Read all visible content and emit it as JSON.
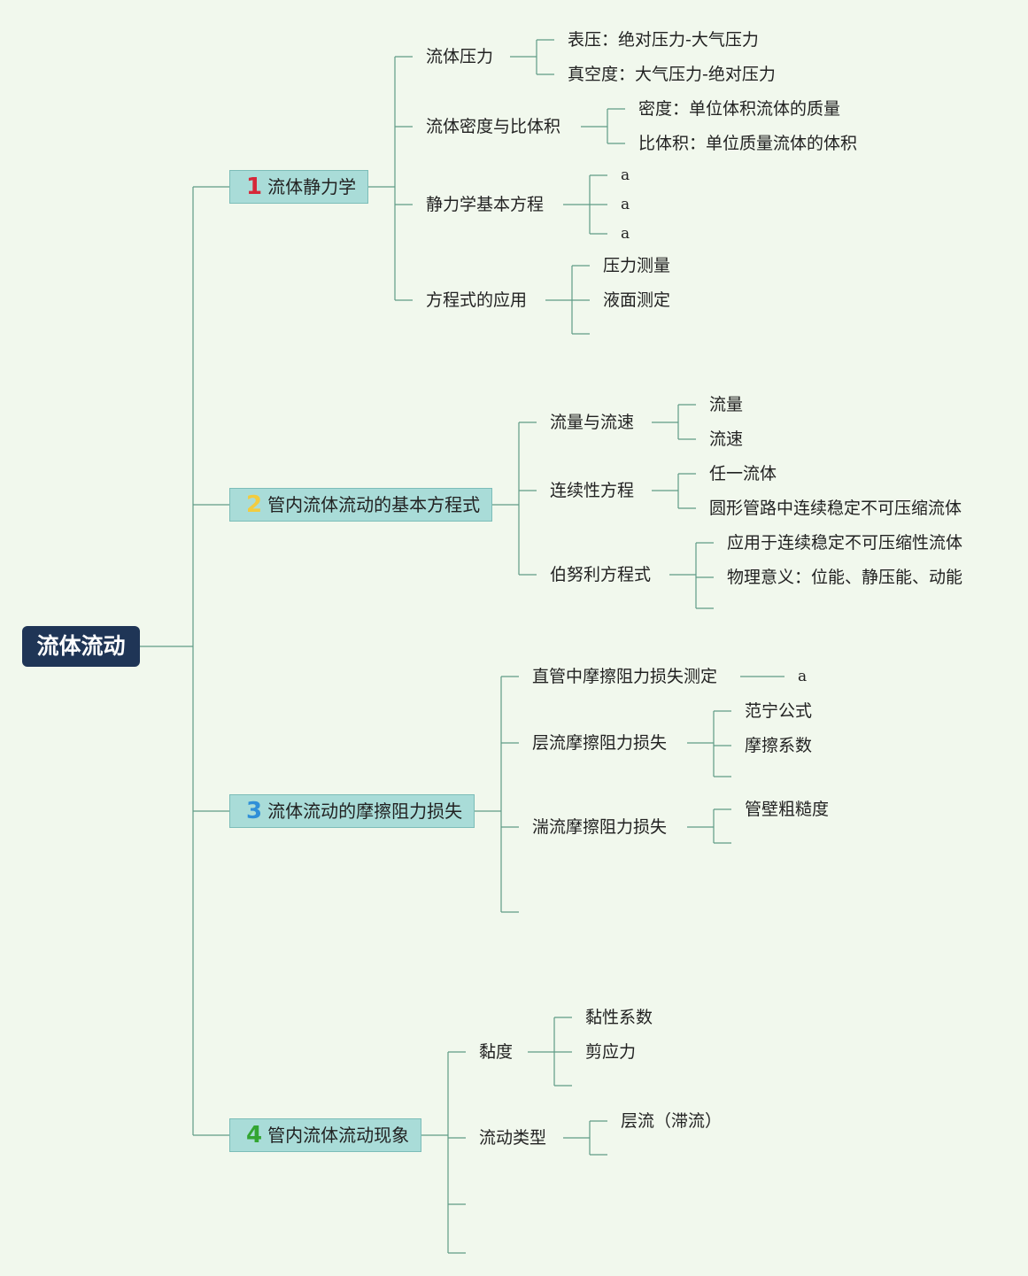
{
  "root": "流体流动",
  "sections": [
    {
      "num": "1",
      "label": "流体静力学"
    },
    {
      "num": "2",
      "label": "管内流体流动的基本方程式"
    },
    {
      "num": "3",
      "label": "流体流动的摩擦阻力损失"
    },
    {
      "num": "4",
      "label": "管内流体流动现象"
    }
  ],
  "s1": {
    "topics": [
      "流体压力",
      "流体密度与比体积",
      "静力学基本方程",
      "方程式的应用"
    ],
    "pressure": [
      "表压：绝对压力-大气压力",
      "真空度：大气压力-绝对压力"
    ],
    "density": [
      "密度：单位体积流体的质量",
      "比体积：单位质量流体的体积"
    ],
    "equation": [
      "a",
      "a",
      "a"
    ],
    "application": [
      "压力测量",
      "液面测定"
    ]
  },
  "s2": {
    "topics": [
      "流量与流速",
      "连续性方程",
      "伯努利方程式"
    ],
    "flow": [
      "流量",
      "流速"
    ],
    "continuity": [
      "任一流体",
      "圆形管路中连续稳定不可压缩流体"
    ],
    "bernoulli": [
      "应用于连续稳定不可压缩性流体",
      "物理意义：位能、静压能、动能"
    ]
  },
  "s3": {
    "topics": [
      "直管中摩擦阻力损失测定",
      "层流摩擦阻力损失",
      "湍流摩擦阻力损失"
    ],
    "measure": [
      "a"
    ],
    "laminar": [
      "范宁公式",
      "摩擦系数"
    ],
    "turbulent": [
      "管壁粗糙度"
    ]
  },
  "s4": {
    "topics": [
      "黏度",
      "流动类型"
    ],
    "viscosity": [
      "黏性系数",
      "剪应力"
    ],
    "flowtype": [
      "层流（滞流）"
    ]
  }
}
